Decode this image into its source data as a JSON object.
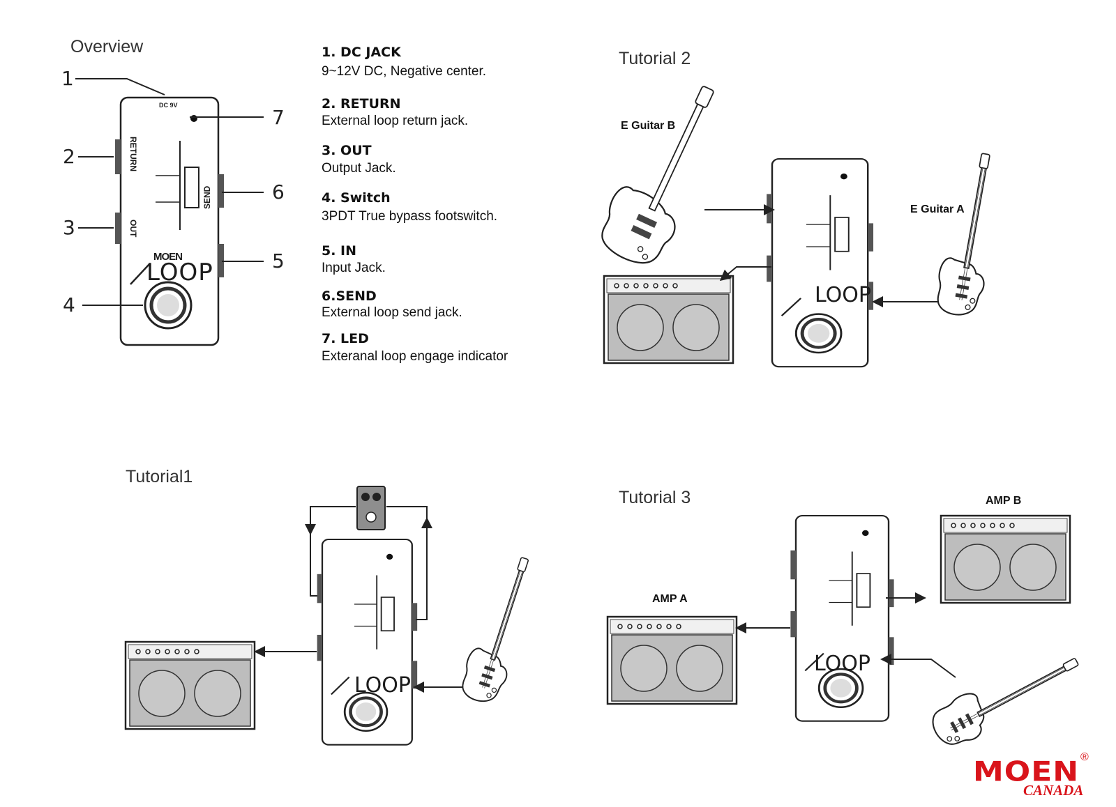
{
  "sections": {
    "overview": "Overview",
    "tutorial2": "Tutorial  2",
    "tutorial1": "Tutorial1",
    "tutorial3": "Tutorial  3"
  },
  "callout_numbers": [
    "1",
    "2",
    "3",
    "4",
    "5",
    "6",
    "7"
  ],
  "legend": [
    {
      "heading": "1. DC JACK",
      "desc": "9~12V DC,  Negative center."
    },
    {
      "heading": "2. RETURN",
      "desc": "External  loop  return  jack."
    },
    {
      "heading": "3. OUT",
      "desc": "Output  Jack."
    },
    {
      "heading": "4. Switch",
      "desc": "3PDT True bypass footswitch."
    },
    {
      "heading": "5. IN",
      "desc": "Input  Jack."
    },
    {
      "heading": "6.SEND",
      "desc": "External  loop  send  jack."
    },
    {
      "heading": "7. LED",
      "desc": "Exteranal  loop  engage  indicator"
    }
  ],
  "device_labels": {
    "dc": "DC 9V",
    "return": "RETURN",
    "out": "OUT",
    "send": "SEND",
    "brand": "MOEN",
    "model": "LOOP"
  },
  "tutorial2_labels": {
    "guitar_b": "E Guitar B",
    "guitar_a": "E Guitar A"
  },
  "tutorial3_labels": {
    "amp_a": "AMP A",
    "amp_b": "AMP B"
  },
  "brand": {
    "name": "MOEN",
    "region": "CANADA",
    "reg": "®",
    "color": "#d9141b"
  }
}
